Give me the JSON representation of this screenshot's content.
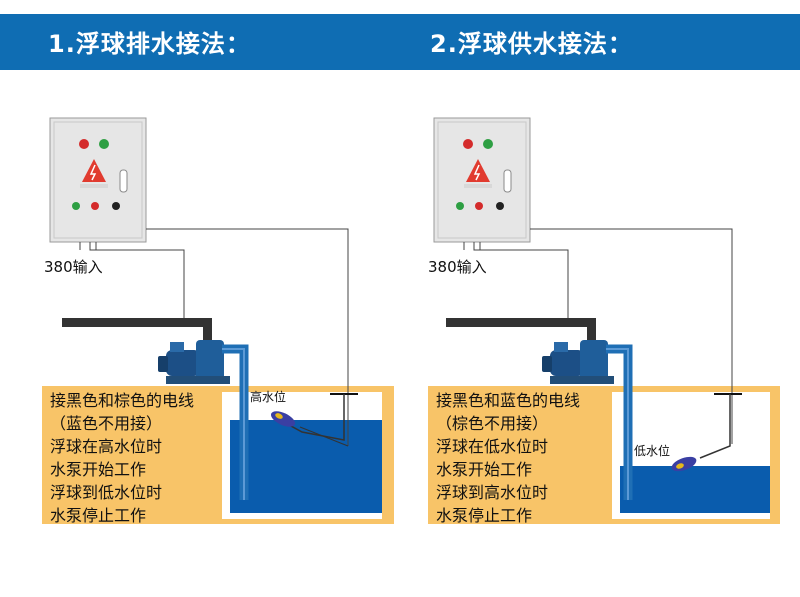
{
  "header": {
    "left_title": "1.浮球排水接法：",
    "right_title": "2.浮球供水接法："
  },
  "colors": {
    "header_bg": "#0f6db3",
    "sand": "#f8c468",
    "water": "#0a5cad",
    "pipe": "#1f6fb5",
    "cabinet": "#e6e6e6"
  },
  "left_panel": {
    "input_label": "380输入",
    "level_label": "高水位",
    "description_lines": [
      "接黑色和棕色的电线",
      "（蓝色不用接）",
      "浮球在高水位时",
      "水泵开始工作",
      "浮球到低水位时",
      "水泵停止工作"
    ]
  },
  "right_panel": {
    "input_label": "380输入",
    "level_label": "低水位",
    "description_lines": [
      "接黑色和蓝色的电线",
      "（棕色不用接）",
      "浮球在低水位时",
      "水泵开始工作",
      "浮球到高水位时",
      "水泵停止工作"
    ]
  }
}
